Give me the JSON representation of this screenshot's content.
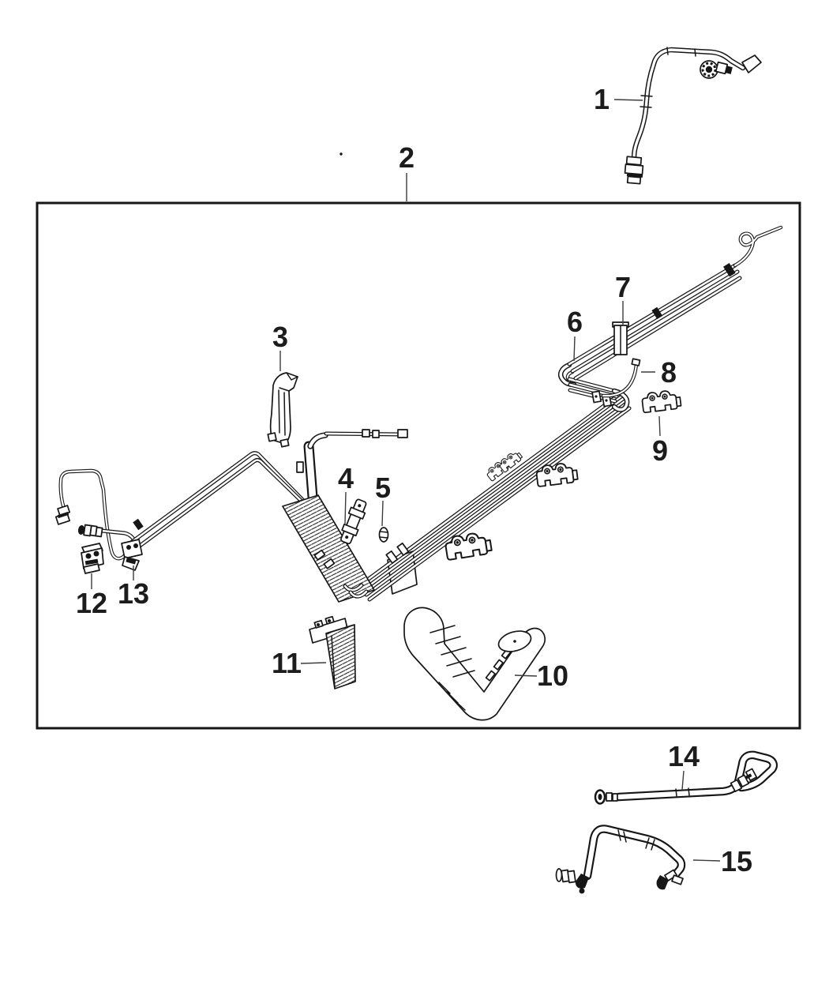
{
  "colors": {
    "background": "#ffffff",
    "ink": "#161616",
    "label_text": "#1c1c1c",
    "leader_line": "#3c3c3c"
  },
  "callouts": {
    "c1": {
      "label": "1"
    },
    "c2": {
      "label": "2"
    },
    "c3": {
      "label": "3"
    },
    "c4": {
      "label": "4"
    },
    "c5": {
      "label": "5"
    },
    "c6": {
      "label": "6"
    },
    "c7": {
      "label": "7"
    },
    "c8": {
      "label": "8"
    },
    "c9": {
      "label": "9"
    },
    "c10": {
      "label": "10"
    },
    "c11": {
      "label": "11"
    },
    "c12": {
      "label": "12"
    },
    "c13": {
      "label": "13"
    },
    "c14": {
      "label": "14"
    },
    "c15": {
      "label": "15"
    }
  }
}
